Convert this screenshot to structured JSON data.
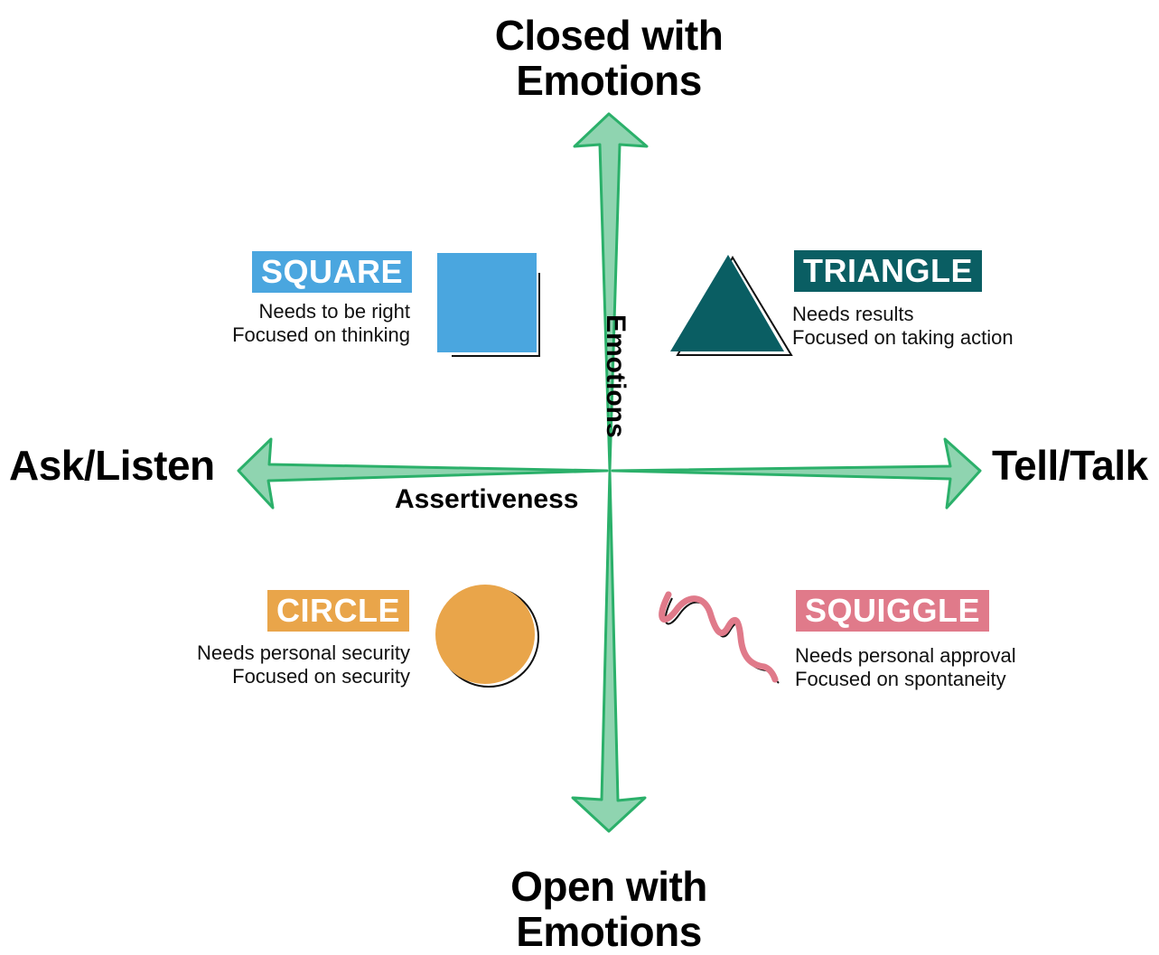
{
  "axes": {
    "top": [
      "Closed with",
      "Emotions"
    ],
    "bottom": [
      "Open with",
      "Emotions"
    ],
    "left": "Ask/Listen",
    "right": "Tell/Talk",
    "vertical_caption": "Emotions",
    "horizontal_caption": "Assertiveness"
  },
  "quadrants": {
    "square": {
      "label": "SQUARE",
      "lines": [
        "Needs to be right",
        "Focused on thinking"
      ],
      "color": "#4aa6df"
    },
    "triangle": {
      "label": "TRIANGLE",
      "lines": [
        "Needs results",
        "Focused on taking action"
      ],
      "color": "#0a5e63"
    },
    "circle": {
      "label": "CIRCLE",
      "lines": [
        "Needs personal security",
        "Focused on security"
      ],
      "color": "#e9a54a"
    },
    "squiggle": {
      "label": "SQUIGGLE",
      "lines": [
        "Needs personal approval",
        "Focused on spontaneity"
      ],
      "color": "#e07a8a"
    }
  },
  "arrow_colors": {
    "fill": "#8fd4b0",
    "stroke": "#2bb06a"
  }
}
